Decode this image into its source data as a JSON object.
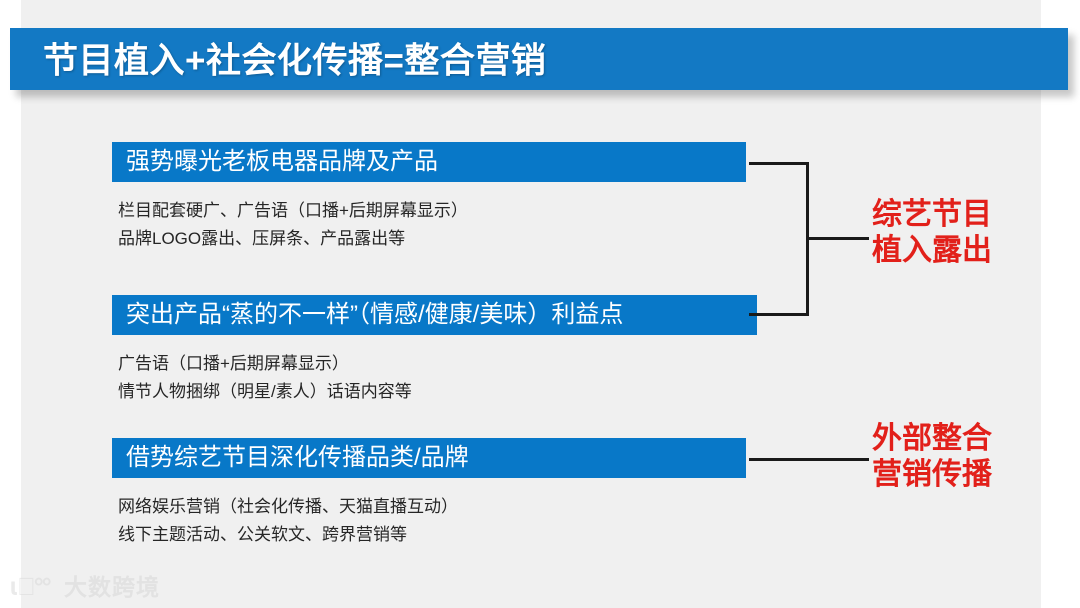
{
  "slide": {
    "title": "节目植入+社会化传播=整合营销",
    "blocks": [
      {
        "header": "强势曝光老板电器品牌及产品",
        "lines": [
          "栏目配套硬广、广告语（口播+后期屏幕显示）",
          "品牌LOGO露出、压屏条、产品露出等"
        ]
      },
      {
        "header": "突出产品“蒸的不一样”（情感/健康/美味）利益点",
        "lines": [
          "广告语（口播+后期屏幕显示）",
          "情节人物捆绑（明星/素人）话语内容等"
        ]
      },
      {
        "header": "借势综艺节目深化传播品类/品牌",
        "lines": [
          "网络娱乐营销（社会化传播、天猫直播互动）",
          "线下主题活动、公关软文、跨界营销等"
        ]
      }
    ],
    "callouts": [
      {
        "line1": "综艺节目",
        "line2": "植入露出"
      },
      {
        "line1": "外部整合",
        "line2": "营销传播"
      }
    ],
    "watermark": {
      "mark": "ɩ⃝°°",
      "text": "大数跨境"
    },
    "colors": {
      "title_blue": "#1379c4",
      "bar_blue": "#0878c8",
      "callout_red": "#e2201a",
      "canvas": "#f0f0f0",
      "connector": "#1a1a1a"
    }
  }
}
